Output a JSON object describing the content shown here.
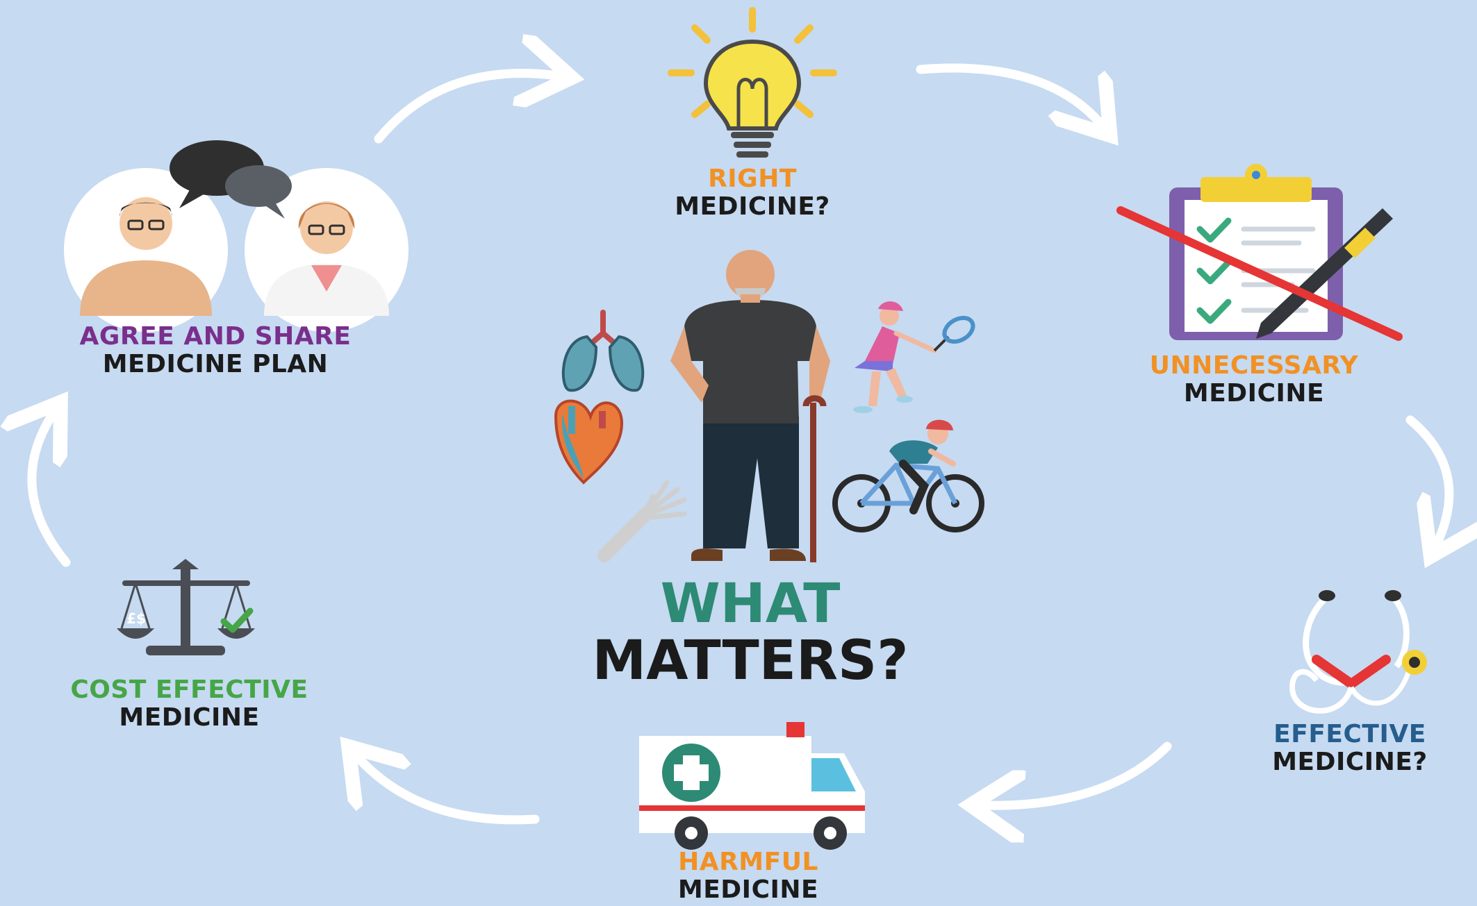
{
  "center": {
    "line1": "WHAT",
    "line2": "MATTERS?"
  },
  "nodes": {
    "right": {
      "line1": "RIGHT",
      "line2": "MEDICINE?"
    },
    "unnecessary": {
      "line1": "UNNECESSARY",
      "line2": "MEDICINE"
    },
    "effective": {
      "line1": "EFFECTIVE",
      "line2": "MEDICINE?"
    },
    "harmful": {
      "line1": "HARMFUL",
      "line2": "MEDICINE"
    },
    "cost_effective": {
      "line1": "COST EFFECTIVE",
      "line2": "MEDICINE"
    },
    "agree_share": {
      "line1": "AGREE AND SHARE",
      "line2": "MEDICINE PLAN"
    }
  },
  "icon_labels": {
    "scale_pan": "£$"
  },
  "colors": {
    "background": "#c6daf1",
    "right": "#f19124",
    "unnecessary": "#f19124",
    "effective": "#255d8e",
    "harmful": "#f19124",
    "cost_effective": "#46a647",
    "agree_share": "#7a2f8c",
    "center_top": "#2d8a74",
    "dark_text": "#1b1b1b"
  }
}
